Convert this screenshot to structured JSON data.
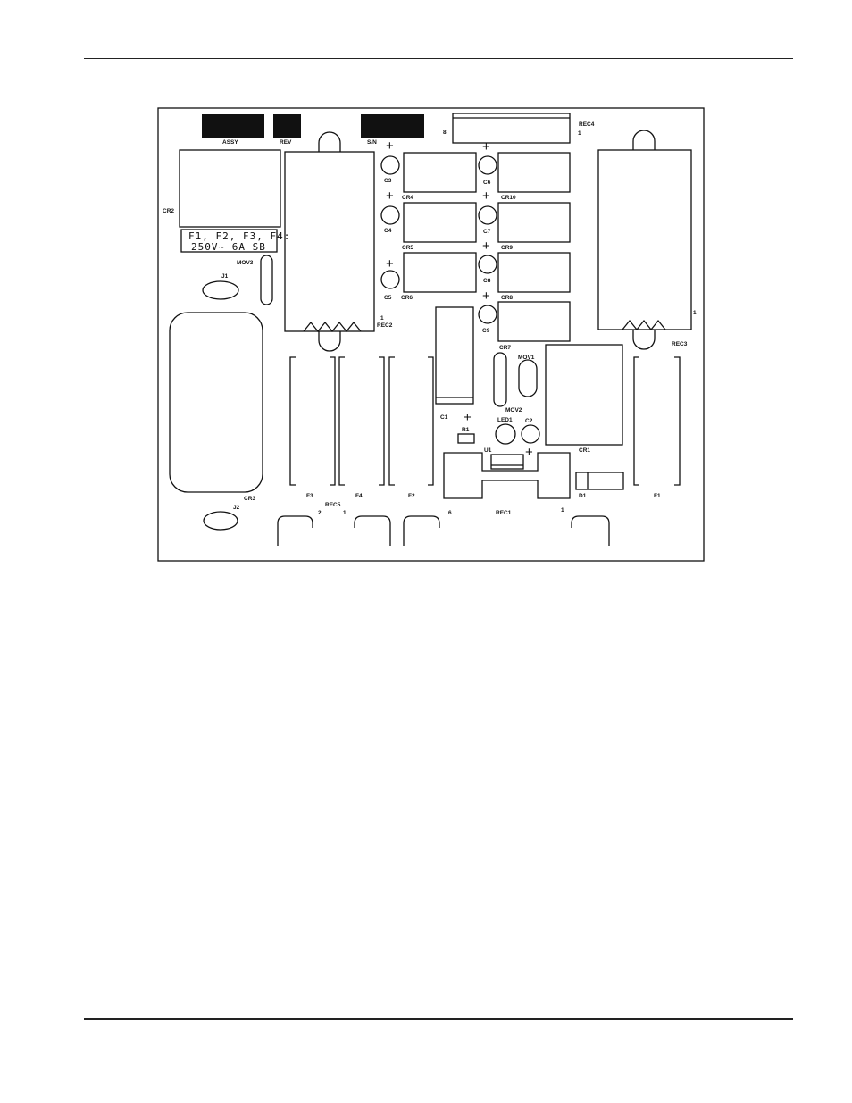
{
  "figure": {
    "silkscreen": {
      "assy": "ASSY",
      "rev": "REV",
      "sn": "S/N",
      "fuse_note_line1": "F1, F2, F3, F4:",
      "fuse_note_line2": "250V~ 6A SB",
      "plus": "+"
    },
    "labels": {
      "CR1": "CR1",
      "CR2": "CR2",
      "CR3": "CR3",
      "CR4": "CR4",
      "CR5": "CR5",
      "CR6": "CR6",
      "CR7": "CR7",
      "CR8": "CR8",
      "CR9": "CR9",
      "CR10": "CR10",
      "C1": "C1",
      "C2": "C2",
      "C3": "C3",
      "C4": "C4",
      "C5": "C5",
      "C6": "C6",
      "C7": "C7",
      "C8": "C8",
      "C9": "C9",
      "J1": "J1",
      "J2": "J2",
      "MOV1": "MOV1",
      "MOV2": "MOV2",
      "MOV3": "MOV3",
      "REC1": "REC1",
      "REC2": "REC2",
      "REC3": "REC3",
      "REC4": "REC4",
      "REC5": "REC5",
      "F1": "F1",
      "F2": "F2",
      "F3": "F3",
      "F4": "F4",
      "LED1": "LED1",
      "R1": "R1",
      "U1": "U1",
      "D1": "D1"
    },
    "pins": {
      "rec4_8": "8",
      "rec4_1": "1",
      "rec2_1": "1",
      "rec3_1": "1",
      "rec5_2": "2",
      "rec5_1": "1",
      "rec1_6": "6",
      "rec1_1": "1"
    }
  }
}
